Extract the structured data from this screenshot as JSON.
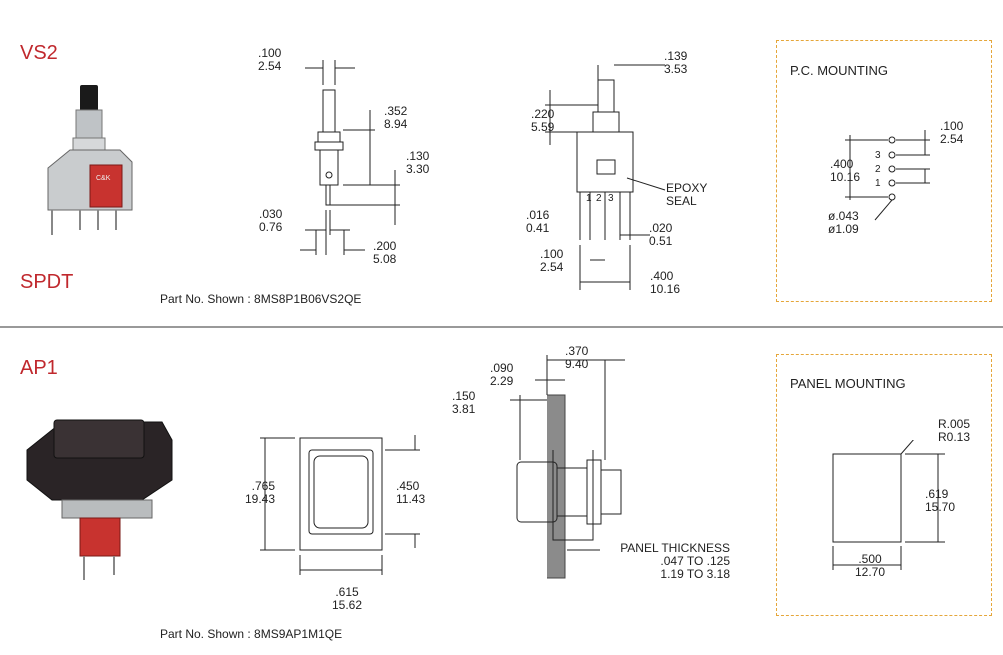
{
  "top": {
    "model": "VS2",
    "pole": "SPDT",
    "part_label": "Part No. Shown : 8MS8P1B06VS2QE",
    "side_dims": {
      "d1": ".100",
      "d1m": "2.54",
      "d2": ".352",
      "d2m": "8.94",
      "d3": ".130",
      "d3m": "3.30",
      "d4": ".030",
      "d4m": "0.76",
      "d5": ".200",
      "d5m": "5.08"
    },
    "front_dims": {
      "d1": ".139",
      "d1m": "3.53",
      "d2": ".220",
      "d2m": "5.59",
      "d3": ".016",
      "d3m": "0.41",
      "d4": ".020",
      "d4m": "0.51",
      "d5": ".100",
      "d5m": "2.54",
      "d6": ".400",
      "d6m": "10.16",
      "epoxy1": "EPOXY",
      "epoxy2": "SEAL",
      "pin1": "1",
      "pin2": "2",
      "pin3": "3"
    },
    "mount": {
      "title": "P.C. MOUNTING",
      "d1": ".100",
      "d1m": "2.54",
      "d2": ".400",
      "d2m": "10.16",
      "d3": "ø.043",
      "d3m": "ø1.09",
      "pin3": "3",
      "pin2": "2",
      "pin1": "1"
    }
  },
  "bottom": {
    "model": "AP1",
    "part_label": "Part No. Shown : 8MS9AP1M1QE",
    "front_dims": {
      "h": ".765",
      "hm": "19.43",
      "ih": ".450",
      "ihm": "11.43",
      "w": ".615",
      "wm": "15.62"
    },
    "side_dims": {
      "d1": ".370",
      "d1m": "9.40",
      "d2": ".090",
      "d2m": "2.29",
      "d3": ".150",
      "d3m": "3.81",
      "pt1": "PANEL THICKNESS",
      "pt2": ".047 TO .125",
      "pt3": "1.19 TO 3.18"
    },
    "mount": {
      "title": "PANEL  MOUNTING",
      "r1": "R.005",
      "r2": "R0.13",
      "h": ".619",
      "hm": "15.70",
      "w": ".500",
      "wm": "12.70"
    }
  },
  "colors": {
    "accent": "#c0282d",
    "dash": "#e5a63a"
  }
}
